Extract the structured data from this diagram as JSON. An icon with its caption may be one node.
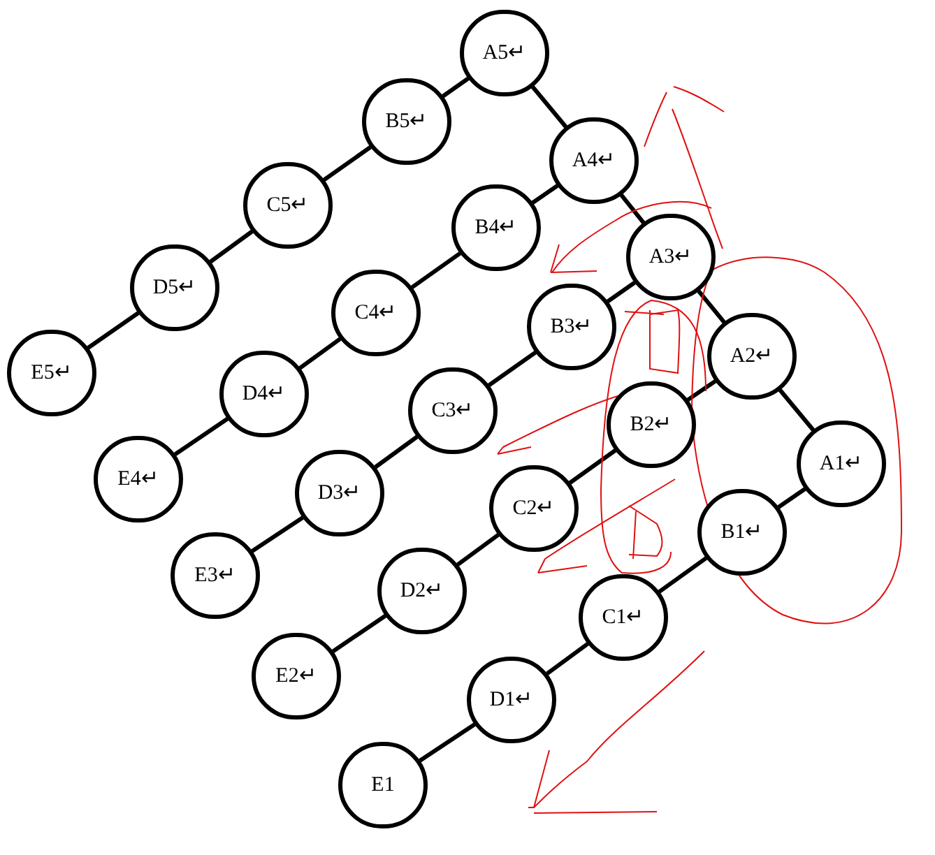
{
  "diagram": {
    "nodes": [
      {
        "text": [
          "A5↵"
        ]
      },
      {
        "text": [
          "B5↵"
        ]
      },
      {
        "text": [
          "C5↵"
        ]
      },
      {
        "text": [
          "D5↵"
        ]
      },
      {
        "text": [
          "E5↵"
        ]
      },
      {
        "text": [
          "A4↵"
        ]
      },
      {
        "text": [
          "B4↵"
        ]
      },
      {
        "text": [
          "C4↵"
        ]
      },
      {
        "text": [
          "D4↵"
        ]
      },
      {
        "text": [
          "E4↵"
        ]
      },
      {
        "text": [
          "A3↵"
        ]
      },
      {
        "text": [
          "B3↵"
        ]
      },
      {
        "text": [
          "C3↵"
        ]
      },
      {
        "text": [
          "D3↵"
        ]
      },
      {
        "text": [
          "E3↵"
        ]
      },
      {
        "text": [
          "A2↵"
        ]
      },
      {
        "text": [
          "B2↵"
        ]
      },
      {
        "text": [
          "C2↵"
        ]
      },
      {
        "text": [
          "D2↵"
        ]
      },
      {
        "text": [
          "E2↵"
        ]
      },
      {
        "text": [
          "A1↵"
        ]
      },
      {
        "text": [
          "B1↵"
        ]
      },
      {
        "text": [
          "C1↵"
        ]
      },
      {
        "text": [
          "D1↵"
        ]
      },
      {
        "text": [
          "E1"
        ]
      }
    ],
    "edges": [
      {
        "from": 0,
        "to": 1,
        "arrow": "none"
      },
      {
        "from": 1,
        "to": 2,
        "arrow": "none"
      },
      {
        "from": 2,
        "to": 3,
        "arrow": "none"
      },
      {
        "from": 3,
        "to": 4,
        "arrow": "none"
      },
      {
        "from": 5,
        "to": 6,
        "arrow": "none"
      },
      {
        "from": 6,
        "to": 7,
        "arrow": "none"
      },
      {
        "from": 7,
        "to": 8,
        "arrow": "none"
      },
      {
        "from": 8,
        "to": 9,
        "arrow": "none"
      },
      {
        "from": 10,
        "to": 11,
        "arrow": "none"
      },
      {
        "from": 11,
        "to": 12,
        "arrow": "none"
      },
      {
        "from": 12,
        "to": 13,
        "arrow": "none"
      },
      {
        "from": 13,
        "to": 14,
        "arrow": "none"
      },
      {
        "from": 15,
        "to": 16,
        "arrow": "none"
      },
      {
        "from": 16,
        "to": 17,
        "arrow": "none"
      },
      {
        "from": 17,
        "to": 18,
        "arrow": "none"
      },
      {
        "from": 18,
        "to": 19,
        "arrow": "none"
      },
      {
        "from": 20,
        "to": 21,
        "arrow": "none"
      },
      {
        "from": 21,
        "to": 22,
        "arrow": "none"
      },
      {
        "from": 22,
        "to": 23,
        "arrow": "none"
      },
      {
        "from": 23,
        "to": 24,
        "arrow": "none"
      },
      {
        "from": 0,
        "to": 5,
        "arrow": "none"
      },
      {
        "from": 5,
        "to": 10,
        "arrow": "none"
      },
      {
        "from": 10,
        "to": 15,
        "arrow": "none"
      },
      {
        "from": 15,
        "to": 20,
        "arrow": "none"
      }
    ]
  }
}
